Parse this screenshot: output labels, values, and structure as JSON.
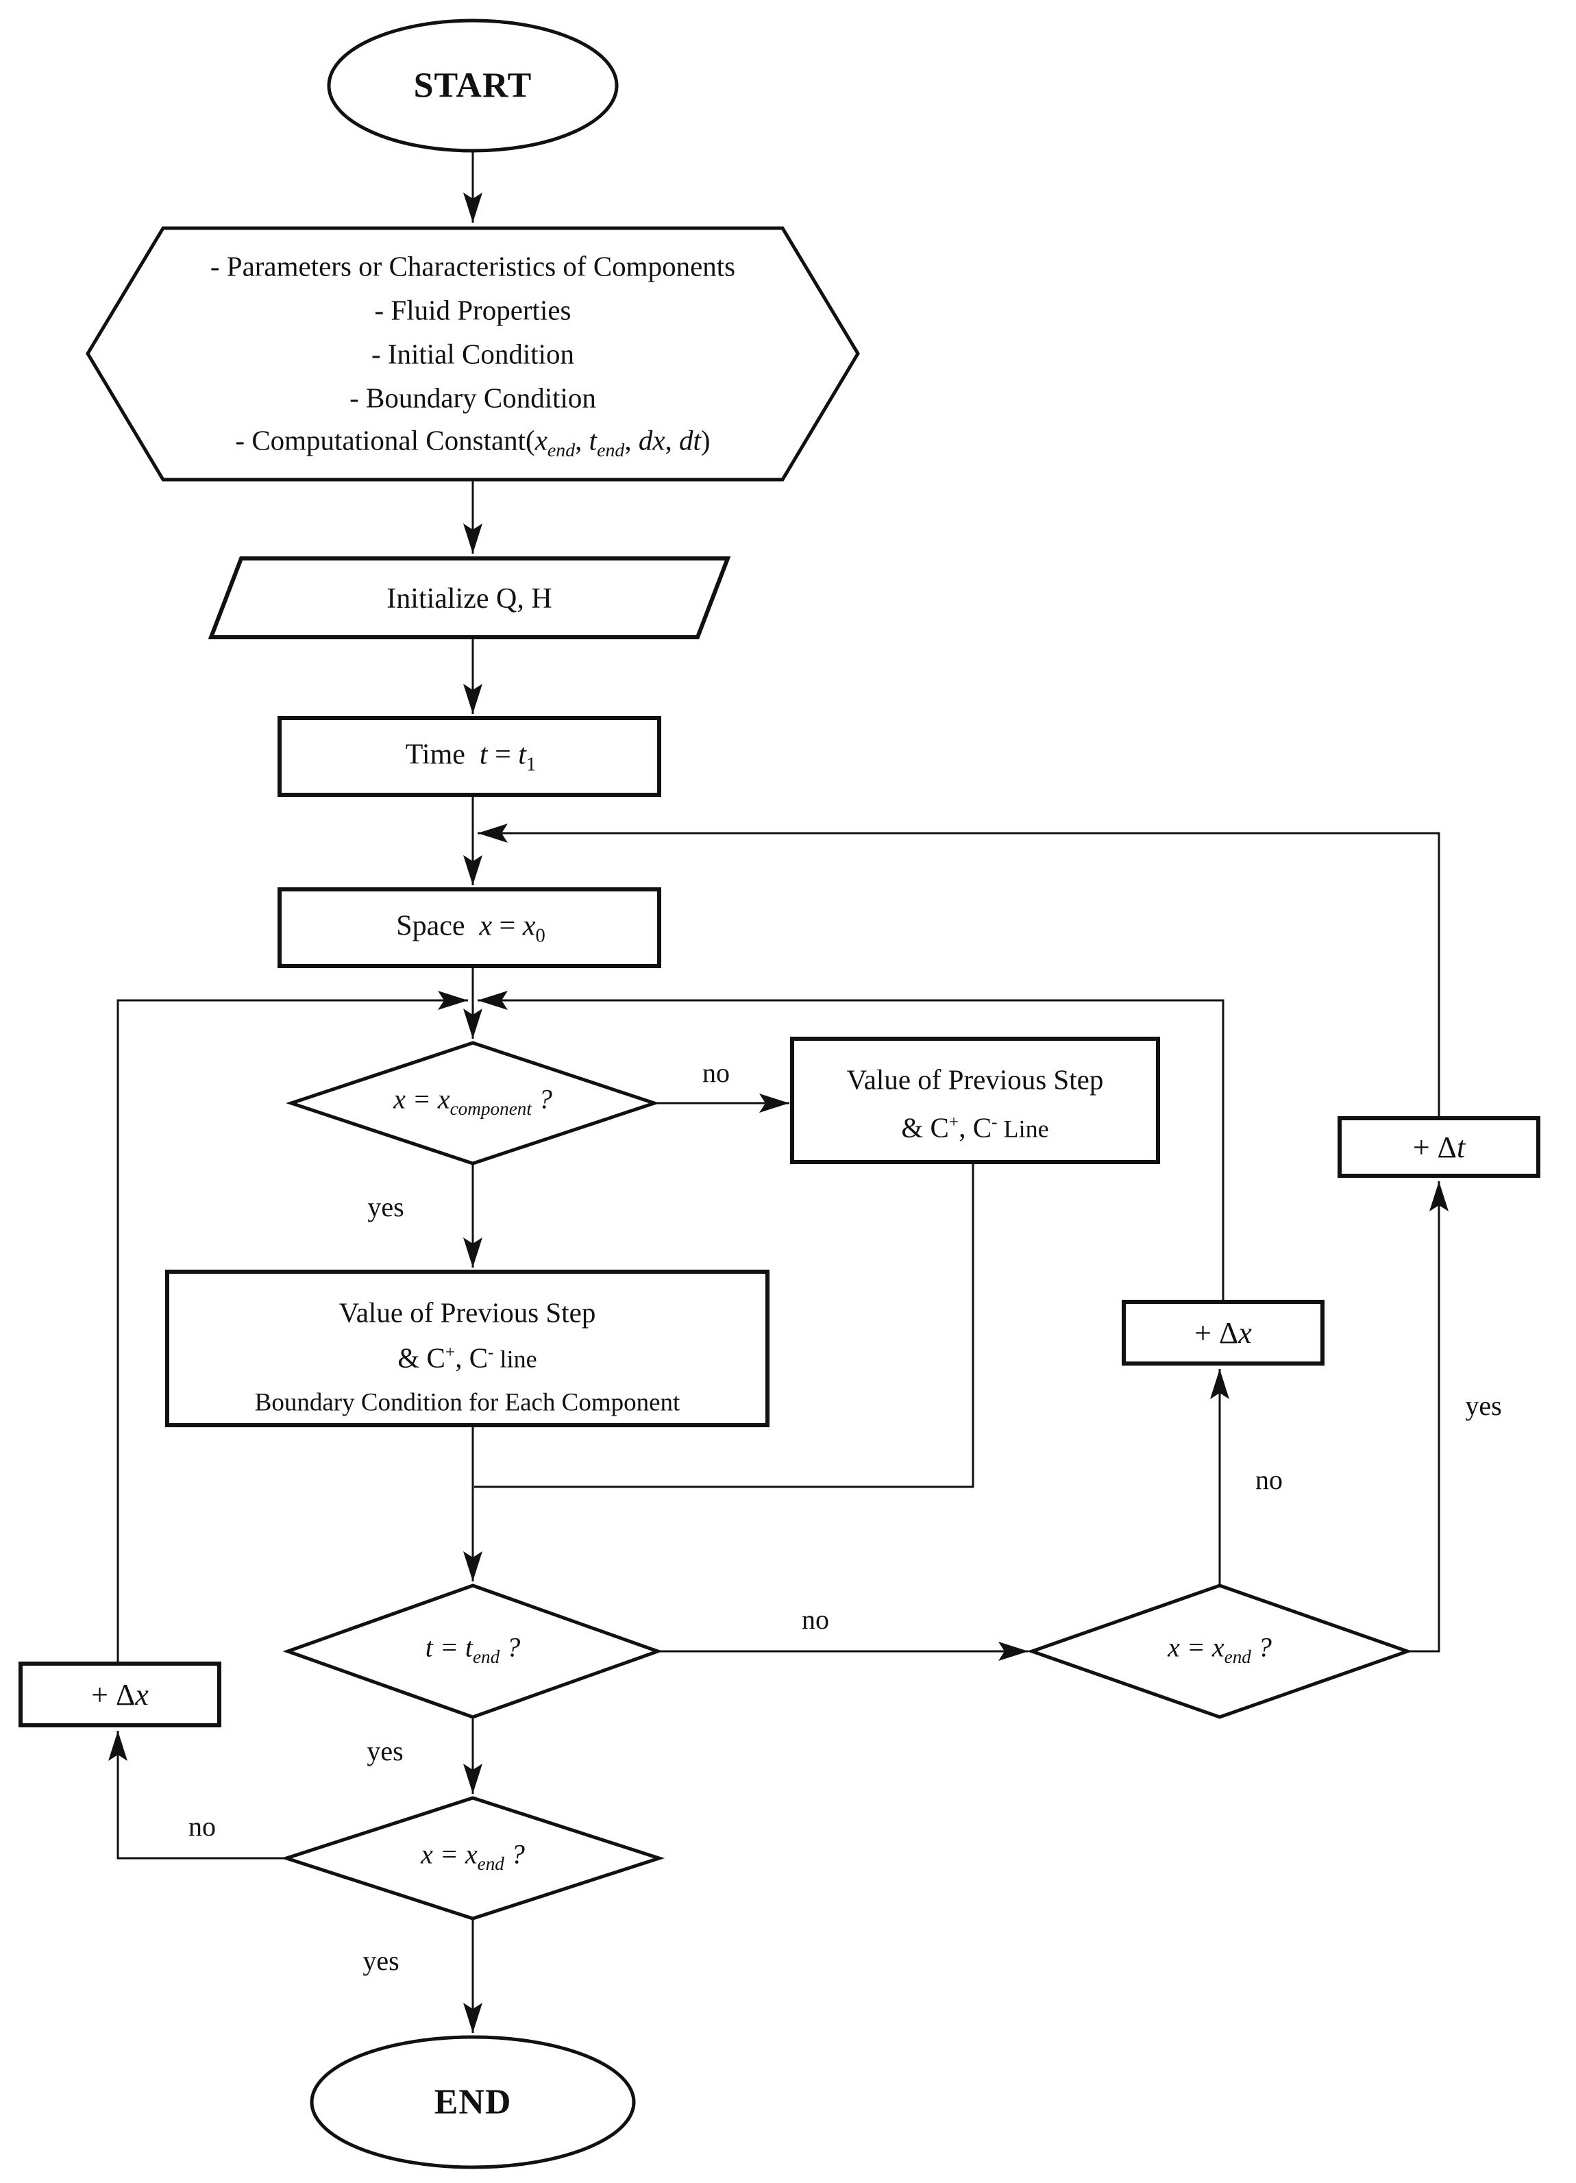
{
  "colors": {
    "ink": "#111111",
    "paper": "#ffffff"
  },
  "start": {
    "label": "START"
  },
  "inputs_hexagon": {
    "line1": "- Parameters or Characteristics of Components",
    "line2": "- Fluid Properties",
    "line3": "- Initial Condition",
    "line4": "- Boundary Condition",
    "line5": {
      "prefix": "- Computational Constant(",
      "v1": "x",
      "v1sub": "end",
      "c1": ", ",
      "v2": "t",
      "v2sub": "end",
      "c2": ", ",
      "v3": "dx",
      "c3": ", ",
      "v4": "dt",
      "suffix": ")"
    }
  },
  "initialize": {
    "label": "Initialize Q, H"
  },
  "time_step": {
    "word": "Time  ",
    "var": "t",
    "eq": " = ",
    "rhs": "t",
    "rhs_sub": "1"
  },
  "space_step": {
    "word": "Space  ",
    "var": "x",
    "eq": " = ",
    "rhs": "x",
    "rhs_sub": "0"
  },
  "decision_component": {
    "lhs": "x",
    "eq": " = ",
    "rhs": "x",
    "rhs_sub": "component",
    "q": " ?"
  },
  "value_prev_line": {
    "line1": "Value of Previous Step",
    "l2a": "& C",
    "l2sup1": "+",
    "l2b": ", C",
    "l2sup2": "-",
    "l2c": " Line"
  },
  "value_prev_boundary": {
    "line1": "Value of Previous Step",
    "l2a": "& C",
    "l2sup1": "+",
    "l2b": ", C",
    "l2sup2": "-",
    "l2c": " line",
    "line3": "Boundary Condition for Each Component"
  },
  "decision_time_end": {
    "lhs": "t",
    "eq": " = ",
    "rhs": "t",
    "rhs_sub": "end",
    "q": " ?"
  },
  "decision_space_end_right": {
    "lhs": "x",
    "eq": " = ",
    "rhs": "x",
    "rhs_sub": "end",
    "q": " ?"
  },
  "decision_space_end_bottom": {
    "lhs": "x",
    "eq": " = ",
    "rhs": "x",
    "rhs_sub": "end",
    "q": " ?"
  },
  "increment_dx_right": {
    "plus": "+ ",
    "delta": "Δ",
    "var": "x"
  },
  "increment_dt": {
    "plus": "+ ",
    "delta": "Δ",
    "var": "t"
  },
  "increment_dx_left": {
    "plus": "+ ",
    "delta": "Δ",
    "var": "x"
  },
  "end_node": {
    "label": "END"
  },
  "branch_labels": {
    "component_no": "no",
    "component_yes": "yes",
    "time_end_no": "no",
    "time_end_yes": "yes",
    "space_end_right_no": "no",
    "space_end_right_yes": "yes",
    "space_end_bottom_no": "no",
    "space_end_bottom_yes": "yes"
  }
}
